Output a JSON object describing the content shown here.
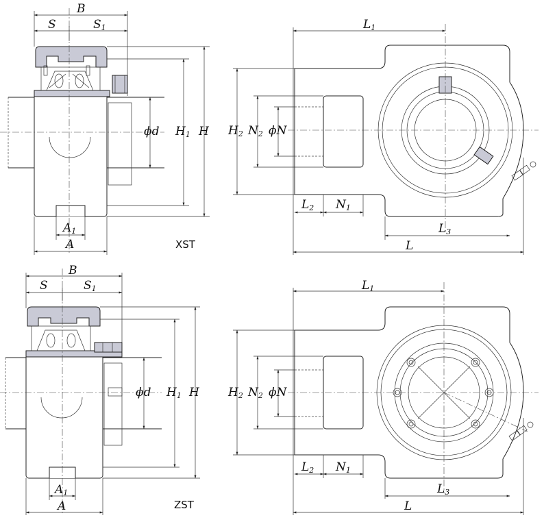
{
  "top": {
    "side": {
      "B": "B",
      "S": "S",
      "S1": "S",
      "S1_sub": "1",
      "phi_d": "ϕd",
      "H1": "H",
      "H1_sub": "1",
      "H": "H",
      "A1": "A",
      "A1_sub": "1",
      "A": "A"
    },
    "front": {
      "L1": "L",
      "L1_sub": "1",
      "H2": "H",
      "H2_sub": "2",
      "N2": "N",
      "N2_sub": "2",
      "phi_N": "ϕN",
      "L2": "L",
      "L2_sub": "2",
      "N1": "N",
      "N1_sub": "1",
      "L3": "L",
      "L3_sub": "3",
      "L": "L"
    },
    "tag": "XST"
  },
  "bottom": {
    "side": {
      "B": "B",
      "S": "S",
      "S1": "S",
      "S1_sub": "1",
      "phi_d": "ϕd",
      "H1": "H",
      "H1_sub": "1",
      "H": "H",
      "A1": "A",
      "A1_sub": "1",
      "A": "A"
    },
    "front": {
      "L1": "L",
      "L1_sub": "1",
      "H2": "H",
      "H2_sub": "2",
      "N2": "N",
      "N2_sub": "2",
      "phi_N": "ϕN",
      "L2": "L",
      "L2_sub": "2",
      "N1": "N",
      "N1_sub": "1",
      "L3": "L",
      "L3_sub": "3",
      "L": "L"
    },
    "tag": "ZST"
  },
  "colors": {
    "housing_gray": "#c9cad6",
    "line": "#222222"
  }
}
